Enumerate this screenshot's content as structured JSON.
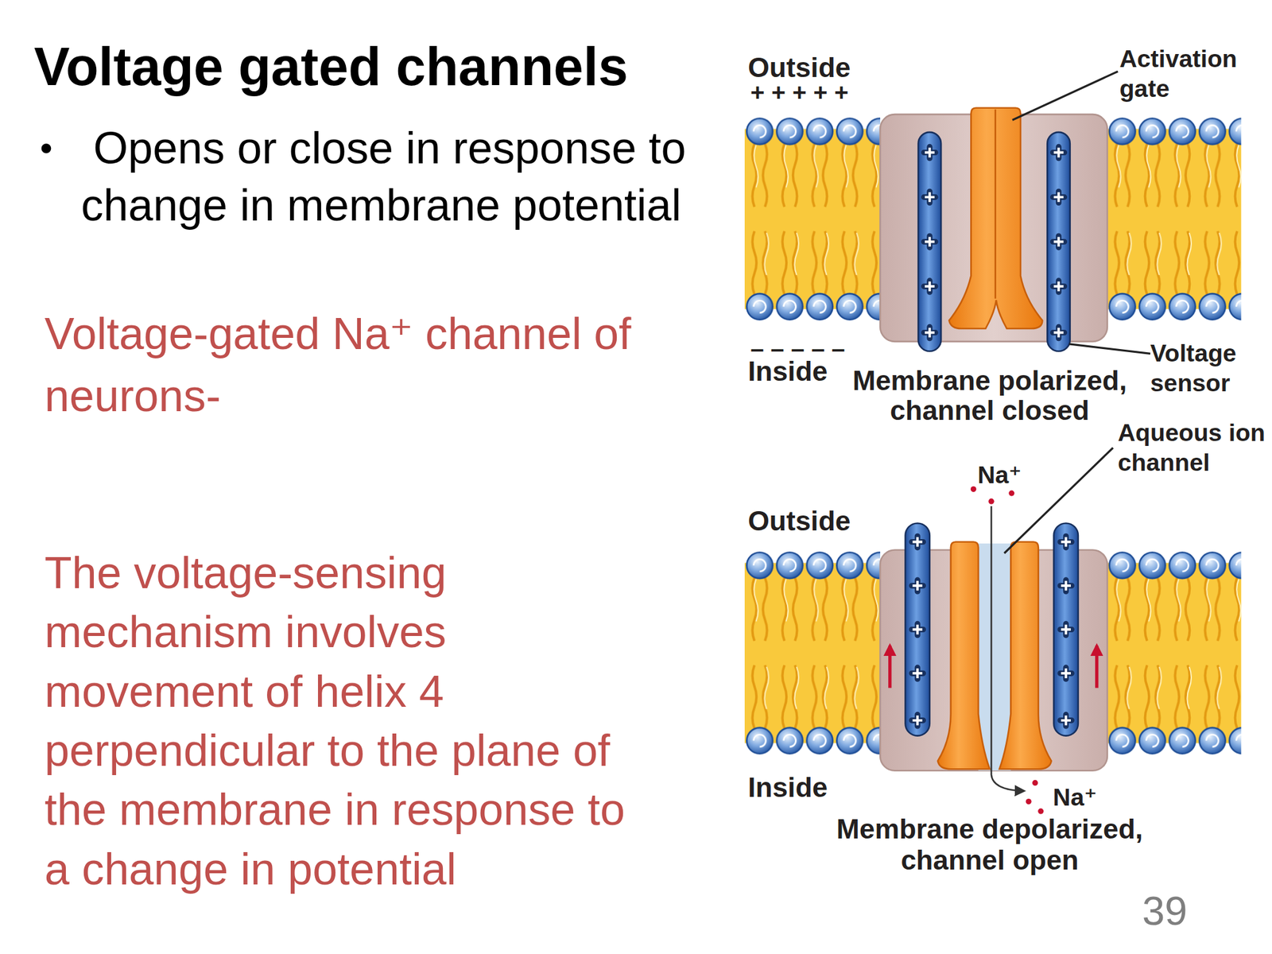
{
  "diagram": {
    "title": "Voltage gated channels",
    "labels": [
      "Opens or close in response to change in membrane potential",
      "Voltage-gated Na⁺ channel of neurons-",
      "The voltage-sensing mechanism involves movement of helix 4 perpendicular to the plane of the membrane in response to a change in potential",
      "Outside",
      "+ + + + +",
      "Activation gate",
      "– – – – –",
      "Inside",
      "Membrane polarized, channel closed",
      "Voltage sensor",
      "Aqueous ion channel",
      "Na⁺",
      "Outside",
      "Inside",
      "Na⁺",
      "Membrane depolarized, channel open",
      "39"
    ]
  }
}
